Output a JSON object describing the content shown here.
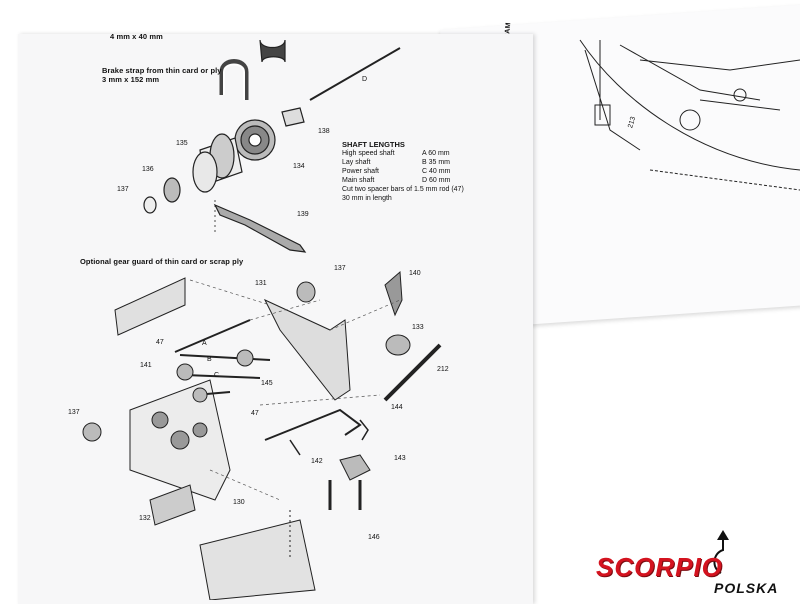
{
  "header": {
    "top_cut_text": "4 mm x 40 mm",
    "brake_strap_line1": "Brake strap from thin card or ply",
    "brake_strap_line2": "3 mm x 152 mm",
    "gear_guard": "Optional gear guard of thin card or scrap ply"
  },
  "shaft_lengths": {
    "title": "SHAFT LENGTHS",
    "rows": [
      {
        "name": "High speed shaft",
        "value": "A 60 mm"
      },
      {
        "name": "Lay shaft",
        "value": "B 35 mm"
      },
      {
        "name": "Power shaft",
        "value": "C 40 mm"
      },
      {
        "name": "Main shaft",
        "value": "D 60 mm"
      }
    ],
    "note_line1": "Cut two spacer bars of 1.5 mm rod (47)",
    "note_line2": "30 mm in length"
  },
  "right_page": {
    "diagram_label": "DIAGRAM",
    "part_label": "213"
  },
  "part_labels": {
    "D": "D",
    "p138": "138",
    "p135": "135",
    "p134": "134",
    "p136": "136",
    "p137a": "137",
    "p139": "139",
    "p137b": "137",
    "p131": "131",
    "p140": "140",
    "p47a": "47",
    "pA": "A",
    "p133": "133",
    "p141": "141",
    "pB": "B",
    "pC": "C",
    "p145": "145",
    "p212": "212",
    "p137c": "137",
    "p47b": "47",
    "p144": "144",
    "p142": "142",
    "p143": "143",
    "p132": "132",
    "p130": "130",
    "p146": "146"
  },
  "logo": {
    "main": "SCORPIO",
    "sub": "POLSKA",
    "red": "#d4131f"
  }
}
